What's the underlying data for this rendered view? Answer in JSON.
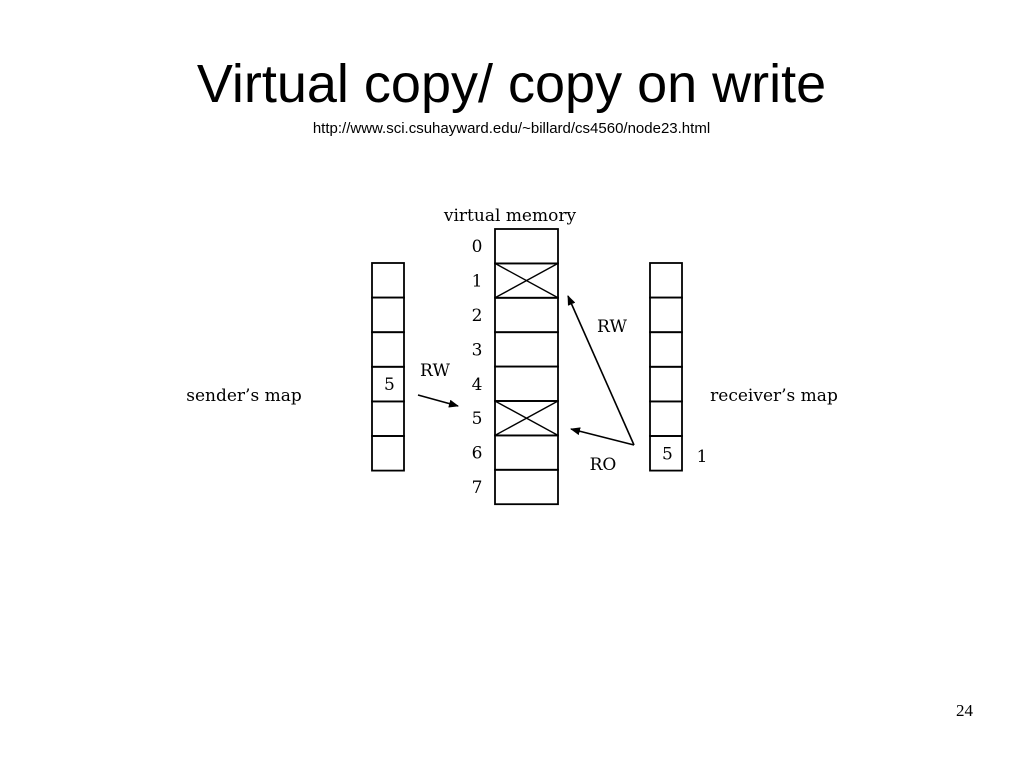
{
  "slide": {
    "title": "Virtual copy/ copy on write",
    "source_url": "http://www.sci.csuhayward.edu/~billard/cs4560/node23.html",
    "page_number": "24"
  },
  "diagram": {
    "virtual_memory": {
      "label": "virtual memory",
      "indices": [
        "0",
        "1",
        "2",
        "3",
        "4",
        "5",
        "6",
        "7"
      ],
      "crossed_pages": [
        1,
        5
      ]
    },
    "sender": {
      "label": "sender’s map",
      "cells": [
        "",
        "",
        "",
        "5",
        "",
        ""
      ]
    },
    "receiver": {
      "label": "receiver’s map",
      "cells": [
        "",
        "",
        "",
        "",
        "",
        "5"
      ],
      "side_note": "1"
    },
    "arrows": {
      "sender_arrow_label": "RW",
      "receiver_rw_label": "RW",
      "receiver_ro_label": "RO"
    }
  }
}
